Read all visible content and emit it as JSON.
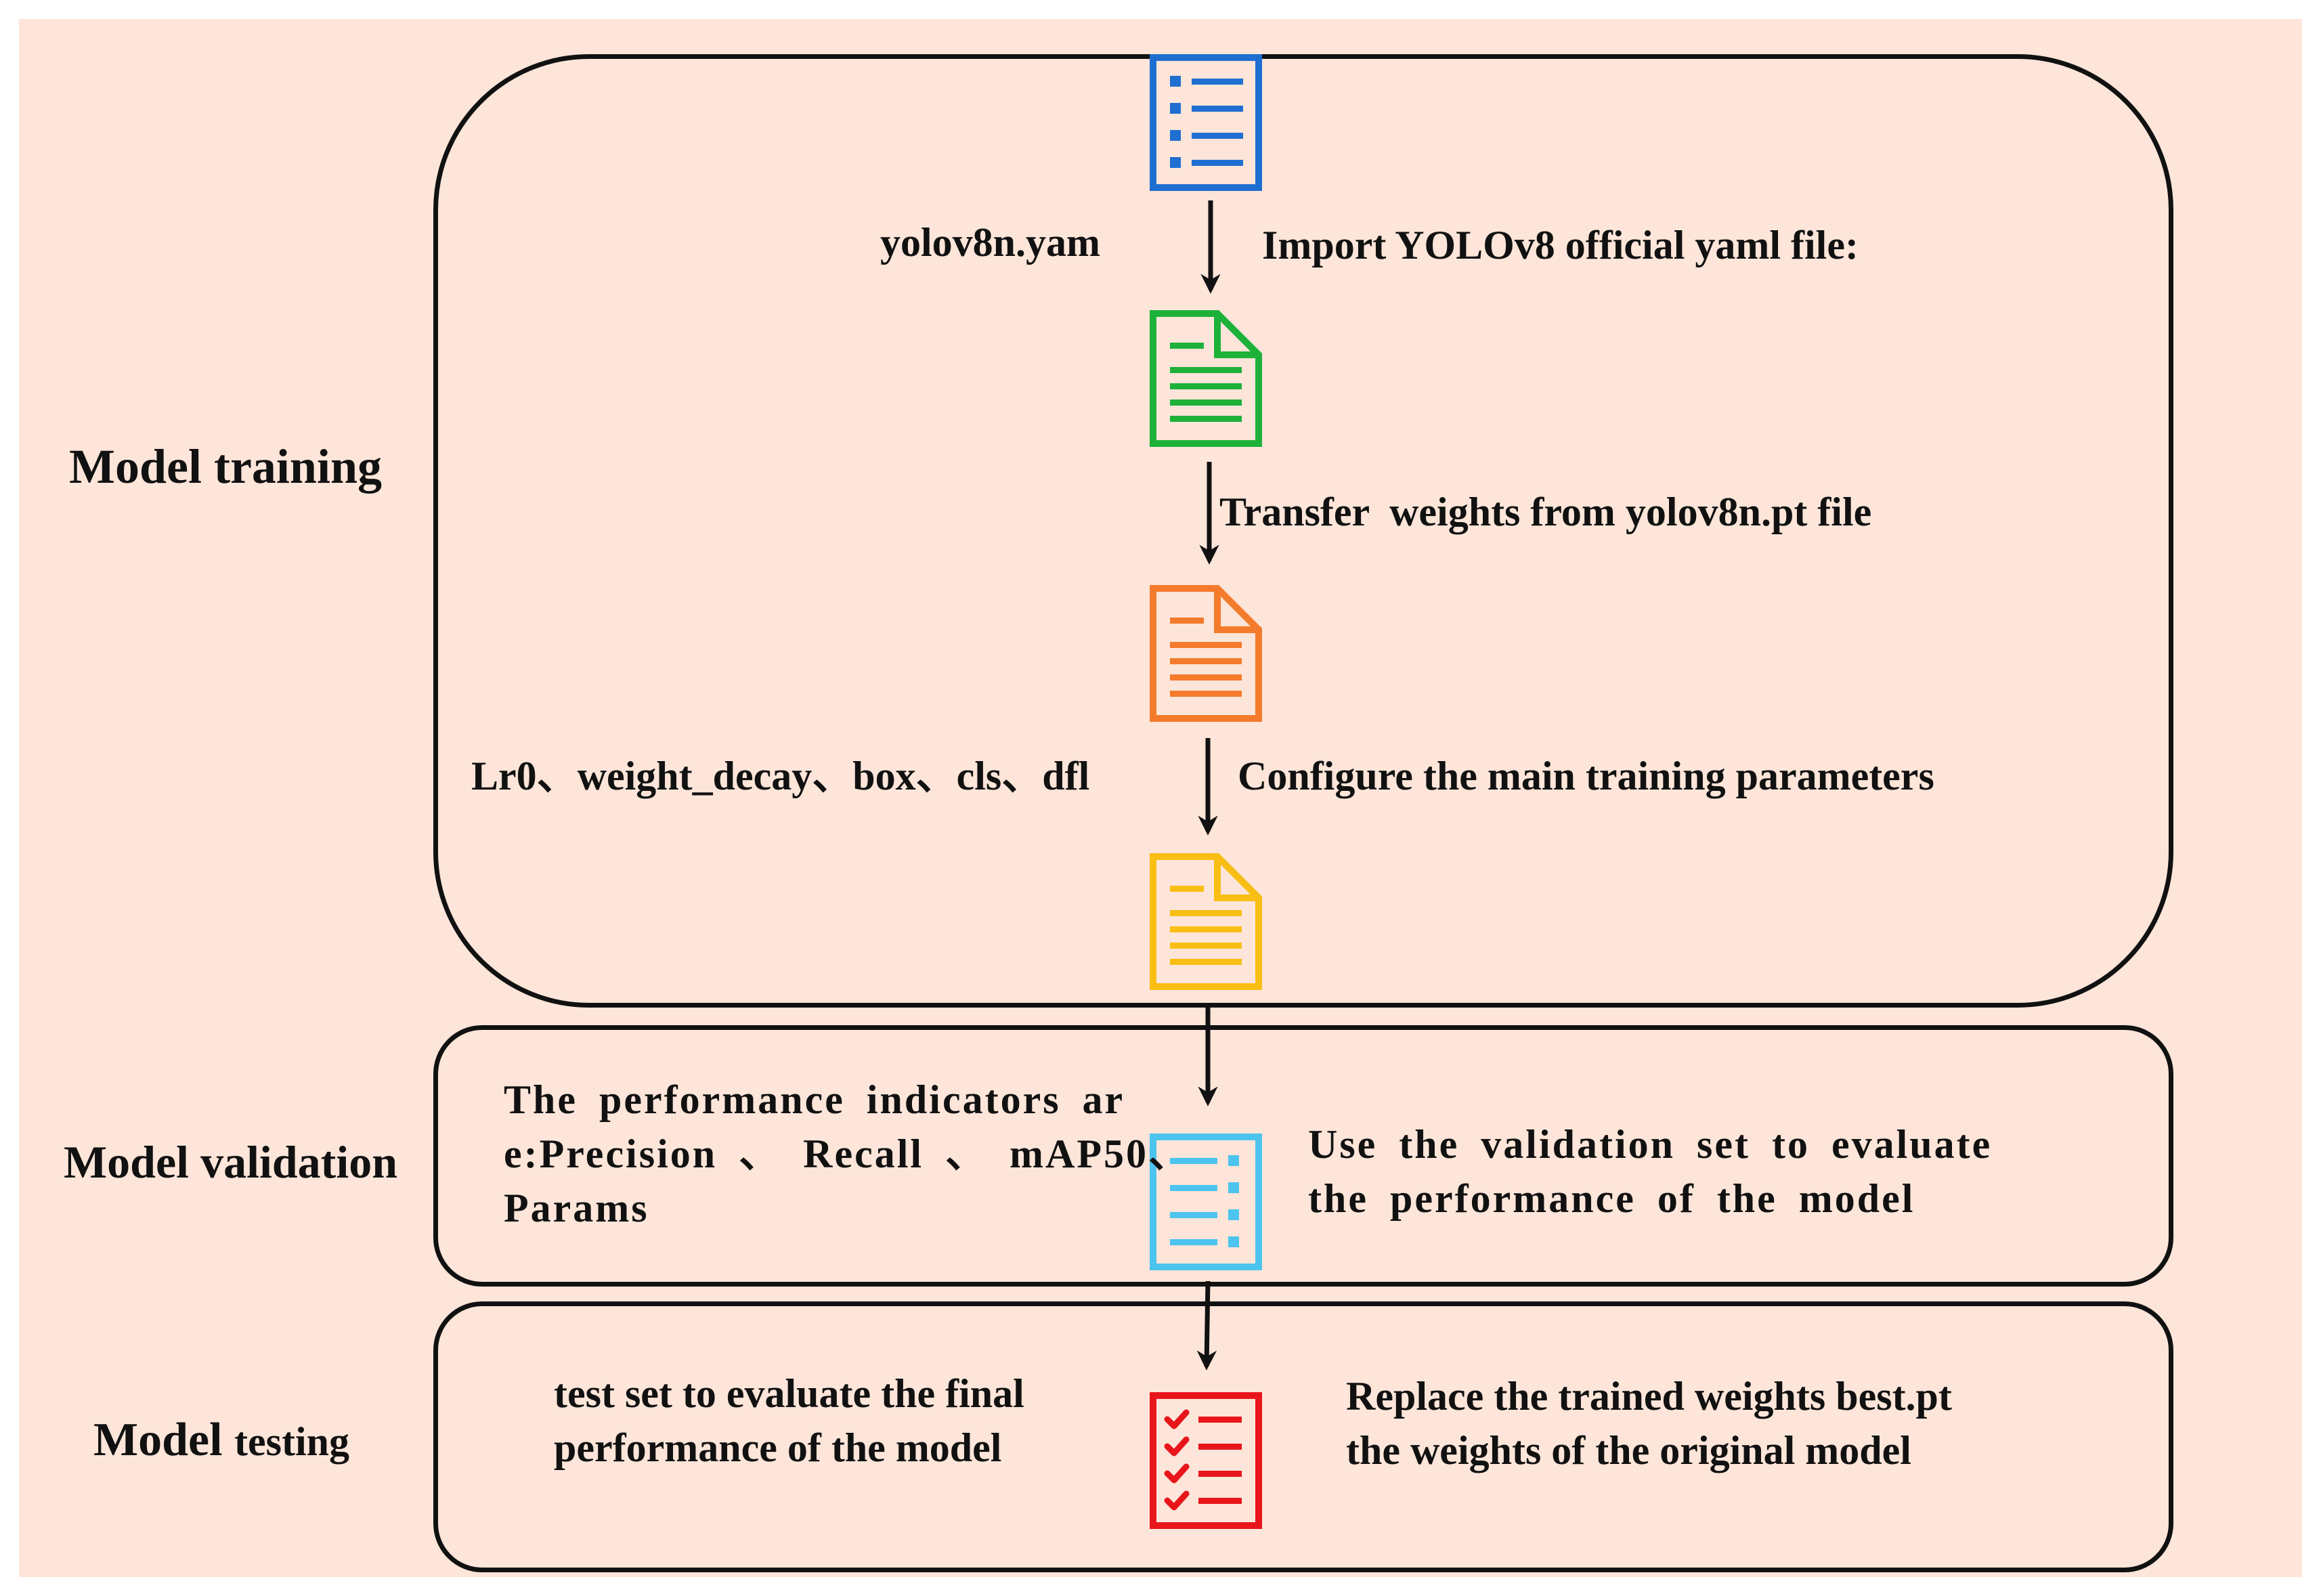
{
  "stages": {
    "training": "Model training",
    "validation": "Model validation",
    "testing_a": "Model",
    "testing_b": "testing"
  },
  "steps": {
    "yaml_left": "yolov8n.yam",
    "yaml_right": "Import YOLOv8 official yaml file:",
    "transfer": "Transfer  weights from yolov8n.pt file",
    "params_left": "Lr0、weight_decay、box、cls、dfl",
    "params_right": "Configure the main training parameters",
    "validation_left": [
      "The  performance  indicators  ar",
      "e:Precision 、 Recall 、 mAP50、",
      "Params"
    ],
    "validation_right": [
      "Use  the  validation  set  to  evaluate",
      "the  performance  of  the  model"
    ],
    "testing_left": [
      "test set to evaluate the final",
      "performance of the model"
    ],
    "testing_right": [
      "Replace the trained weights best.pt",
      "the weights of the original model"
    ]
  },
  "colors": {
    "background": "#fde5d9",
    "list_icon": "#1f6fd1",
    "doc_green": "#1db13a",
    "doc_orange": "#f47b2c",
    "doc_yellow": "#f8be14",
    "list_lightblue": "#4cc4ee",
    "checklist_red": "#e8161c"
  },
  "icons": [
    "list-icon",
    "document-icon",
    "document-icon",
    "document-icon",
    "list-icon",
    "checklist-icon"
  ]
}
